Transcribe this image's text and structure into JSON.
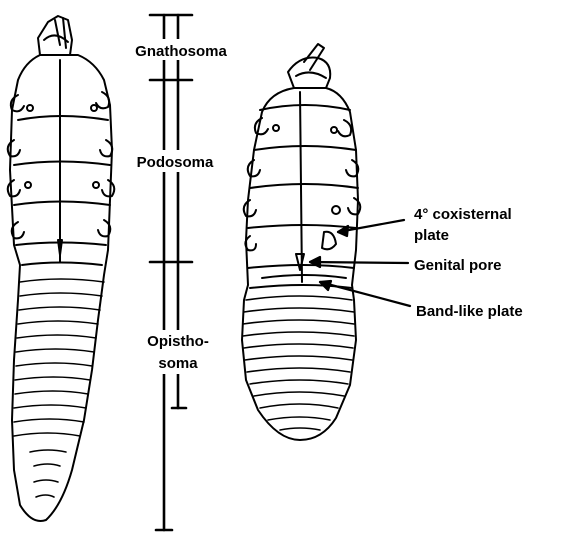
{
  "segments": {
    "gnathosoma": "Gnathosoma",
    "podosoma": "Podosoma",
    "opisthosoma_line1": "Opistho-",
    "opisthosoma_line2": "soma"
  },
  "labels": {
    "coxisternal_line1": "4° coxisternal",
    "coxisternal_line2": "plate",
    "genital_pore": "Genital pore",
    "band_plate": "Band-like plate"
  },
  "colors": {
    "ink": "#000000",
    "paper": "#ffffff"
  }
}
